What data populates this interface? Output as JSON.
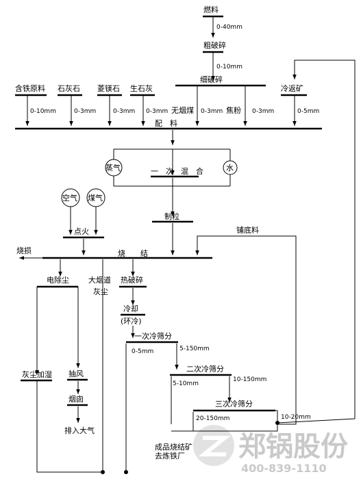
{
  "nodes": {
    "fuel": "燃料",
    "coarse_crush": "粗破碎",
    "fine_crush": "细破碎",
    "iron_material": "含铁原料",
    "limestone": "石灰石",
    "dolomite": "菱镁石",
    "quicklime": "生石灰",
    "anthracite": "无烟煤",
    "coke_powder": "焦粉",
    "cold_return": "冷返矿",
    "batching": "配　料",
    "steam": "蒸气",
    "primary_mix": "一　次　混　合",
    "water": "水",
    "air": "空气",
    "gas": "煤气",
    "ignition": "点火",
    "granulation": "制粒",
    "bedding": "铺底料",
    "burn_loss": "烧损",
    "sintering": "烧　　结",
    "esp": "电除尘",
    "flue_dust_1": "大烟道",
    "flue_dust_2": "灰尘",
    "hot_crush": "热破碎",
    "cooling": "冷却",
    "ring_cooling": "(环冷)",
    "screen1": "一次冷筛分",
    "screen2": "二次冷筛分",
    "screen3": "三次冷筛分",
    "dust_humid": "灰尘加湿",
    "fan": "抽风",
    "chimney": "烟囱",
    "to_atmosphere": "排入大气",
    "product_1": "成品烧结矿",
    "product_2": "去炼铁厂"
  },
  "sizes": {
    "fuel_range": "0-40mm",
    "coarse_range": "0-10mm",
    "iron_range": "0-10mm",
    "limestone_range": "0-3mm",
    "dolomite_range": "0-3mm",
    "quicklime_range": "0-3mm",
    "anthracite_range": "0-3mm",
    "coke_range": "0-3mm",
    "return_range": "0-5mm",
    "s1_fine": "0-5mm",
    "s1_coarse": "5-150mm",
    "s2_fine": "5-10mm",
    "s2_coarse": "10-150mm",
    "s3_fine": "20-150mm",
    "s3_coarse": "10-20mm"
  },
  "watermark": {
    "brand": "郑锅股份",
    "phone": "400-839-1110"
  }
}
